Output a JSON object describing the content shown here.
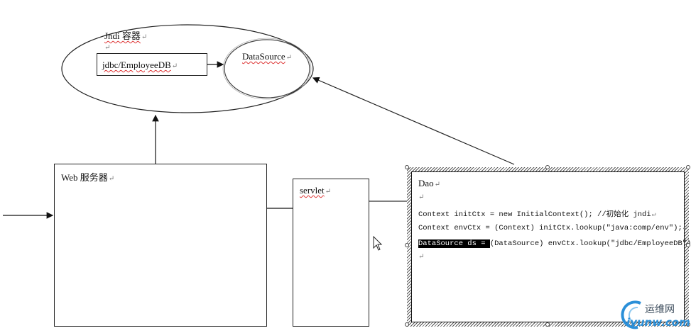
{
  "diagram": {
    "jndi_container": {
      "label": "Jndi 容器",
      "entry_label": "jdbc/EmployeeDB",
      "datasource_label": "DataSource"
    },
    "web_server": {
      "label": "Web 服务器"
    },
    "servlet": {
      "label": "servlet"
    },
    "dao": {
      "title": "Dao",
      "code_lines": [
        "Context initCtx = new InitialContext(); //初始化 jndi",
        "Context envCtx = (Context) initCtx.lookup(\"java:comp/env\");",
        "DataSource ds = (DataSource) envCtx.lookup(\"jdbc/EmployeeDB\");"
      ],
      "line3_selected": "DataSource ds = ",
      "line3_rest": "(DataSource) envCtx.lookup(\"jdbc/EmployeeDB\");"
    },
    "paragraph_mark": "↵",
    "connections": [
      {
        "from": "external",
        "to": "web_server",
        "arrow": true
      },
      {
        "from": "web_server",
        "to": "jndi_container",
        "arrow": true
      },
      {
        "from": "jdbc_employeedb",
        "to": "datasource",
        "arrow": true
      },
      {
        "from": "web_server",
        "to": "servlet",
        "arrow": false
      },
      {
        "from": "servlet",
        "to": "dao",
        "arrow": false
      },
      {
        "from": "dao",
        "to": "datasource",
        "arrow": true
      }
    ]
  },
  "watermark": {
    "text": "运维网",
    "url": "iyunw.com"
  },
  "cursor": "mouse-pointer"
}
